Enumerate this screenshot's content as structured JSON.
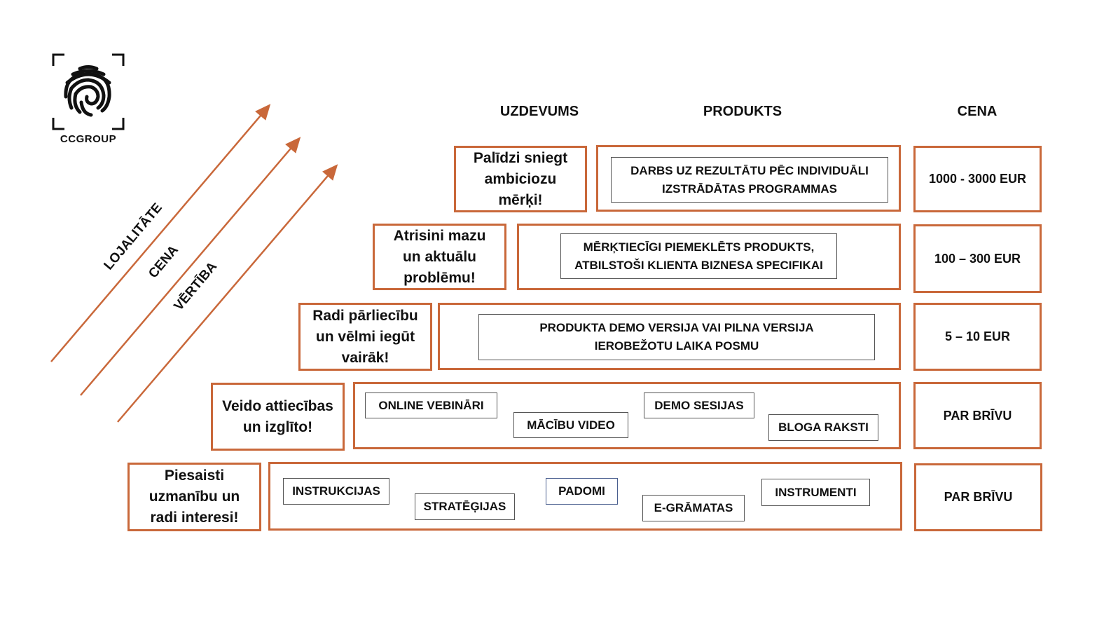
{
  "logo": {
    "text": "CCGROUP",
    "icon": "fingerprint-icon"
  },
  "diagonal_labels": [
    "LOJALITĀTE",
    "CENA",
    "VĒRTĪBA"
  ],
  "headers": {
    "task": "UZDEVUMS",
    "product": "PRODUKTS",
    "price": "CENA"
  },
  "accent_color": "#c9683a",
  "levels": [
    {
      "task": "Palīdzi sniegt ambiciozu mērķi!",
      "products": [
        "DARBS UZ REZULTĀTU PĒC INDIVIDUĀLI IZSTRĀDĀTAS PROGRAMMAS"
      ],
      "price": "1000 - 3000 EUR"
    },
    {
      "task": "Atrisini mazu un aktuālu problēmu!",
      "products": [
        "MĒRĶTIECĪGI PIEMEKLĒTS PRODUKTS, ATBILSTOŠI KLIENTA BIZNESA SPECIFIKAI"
      ],
      "price": "100 – 300 EUR"
    },
    {
      "task": "Radi pārliecību un vēlmi iegūt vairāk!",
      "products": [
        "PRODUKTA DEMO VERSIJA VAI PILNA VERSIJA IEROBEŽOTU LAIKA POSMU"
      ],
      "price": "5 – 10 EUR"
    },
    {
      "task": "Veido attiecības un izglīto!",
      "products": [
        "ONLINE VEBINĀRI",
        "MĀCĪBU VIDEO",
        "DEMO SESIJAS",
        "BLOGA RAKSTI"
      ],
      "price": "PAR BRĪVU"
    },
    {
      "task": "Piesaisti uzmanību un radi interesi!",
      "products": [
        "INSTRUKCIJAS",
        "STRATĒĢIJAS",
        "PADOMI",
        "E-GRĀMATAS",
        "INSTRUMENTI"
      ],
      "price": "PAR BRĪVU"
    }
  ]
}
